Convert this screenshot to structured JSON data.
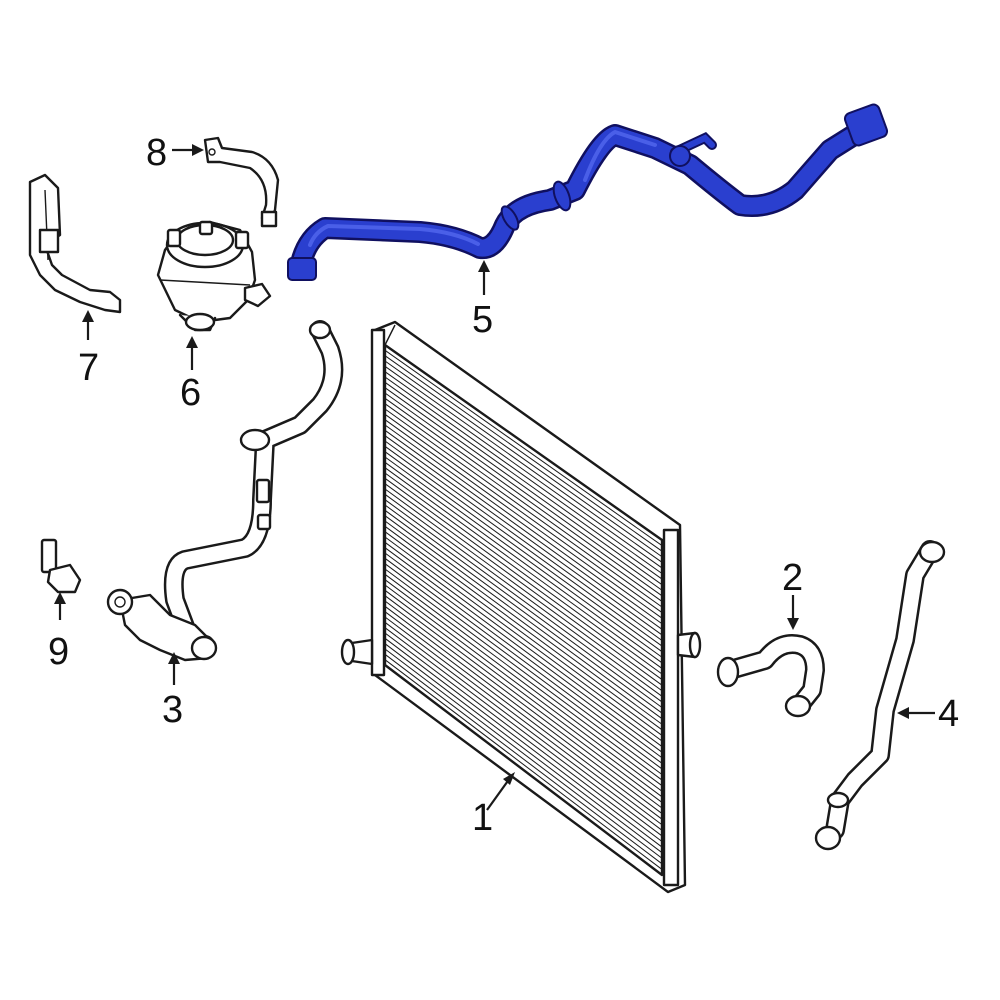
{
  "callouts": {
    "c1": "1",
    "c2": "2",
    "c3": "3",
    "c4": "4",
    "c5": "5",
    "c6": "6",
    "c7": "7",
    "c8": "8",
    "c9": "9"
  },
  "colors": {
    "highlight": "#2a3fcf",
    "line": "#1a1a1a",
    "background": "#ffffff"
  }
}
